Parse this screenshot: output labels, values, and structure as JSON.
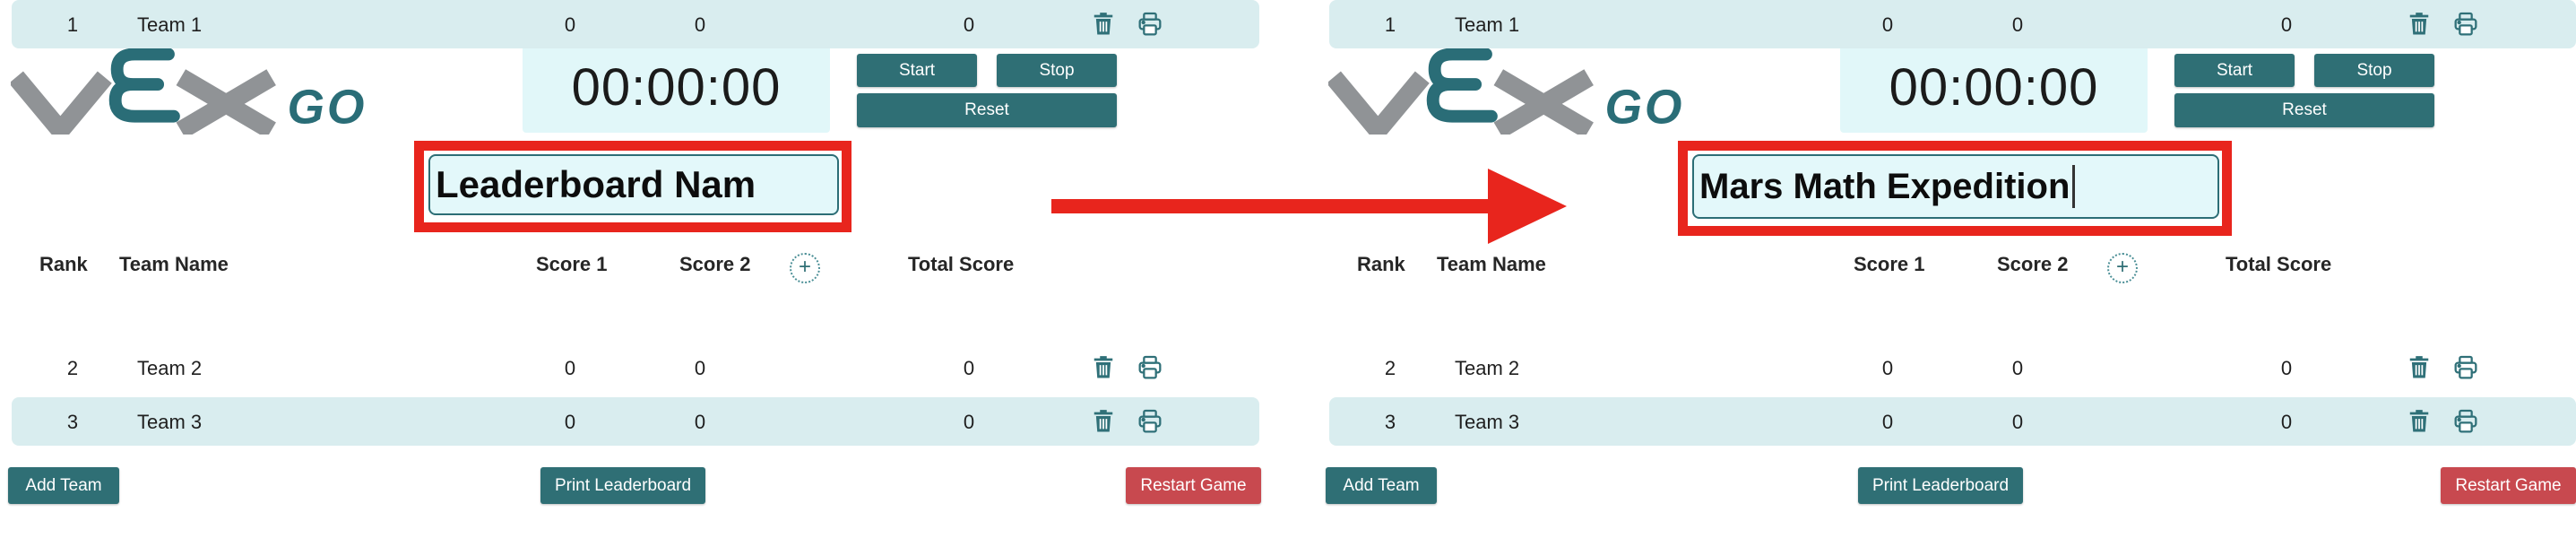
{
  "colors": {
    "brand_teal": "#2a6d77",
    "brand_gray": "#909396",
    "button_teal": "#2f6f75",
    "restart_red": "#c8494f",
    "highlight_red": "#e8251d",
    "field_bg": "#e1f7f9",
    "row_bg": "#d9edef"
  },
  "arrow": {
    "meaning": "before-to-after transition"
  },
  "panels": [
    {
      "logo": {
        "wordmark": "vEx",
        "sub": "GO"
      },
      "timer": {
        "value": "00:00:00"
      },
      "controls": {
        "start": "Start",
        "stop": "Stop",
        "reset": "Reset"
      },
      "leaderboard_name": {
        "value": "Leaderboard Nam",
        "highlighted": true
      },
      "table": {
        "headers": {
          "rank": "Rank",
          "team": "Team Name",
          "score1": "Score 1",
          "score2": "Score 2",
          "add_column": "+",
          "total": "Total Score"
        },
        "rows": [
          {
            "rank": "1",
            "team": "Team 1",
            "score1": "0",
            "score2": "0",
            "total": "0"
          },
          {
            "rank": "2",
            "team": "Team 2",
            "score1": "0",
            "score2": "0",
            "total": "0"
          },
          {
            "rank": "3",
            "team": "Team 3",
            "score1": "0",
            "score2": "0",
            "total": "0"
          }
        ]
      },
      "actions": {
        "add_team": "Add Team",
        "print": "Print Leaderboard",
        "restart": "Restart Game"
      }
    },
    {
      "logo": {
        "wordmark": "vEx",
        "sub": "GO"
      },
      "timer": {
        "value": "00:00:00"
      },
      "controls": {
        "start": "Start",
        "stop": "Stop",
        "reset": "Reset"
      },
      "leaderboard_name": {
        "value": "Mars Math Expedition",
        "highlighted": true,
        "caret_visible": true
      },
      "table": {
        "headers": {
          "rank": "Rank",
          "team": "Team Name",
          "score1": "Score 1",
          "score2": "Score 2",
          "add_column": "+",
          "total": "Total Score"
        },
        "rows": [
          {
            "rank": "1",
            "team": "Team 1",
            "score1": "0",
            "score2": "0",
            "total": "0"
          },
          {
            "rank": "2",
            "team": "Team 2",
            "score1": "0",
            "score2": "0",
            "total": "0"
          },
          {
            "rank": "3",
            "team": "Team 3",
            "score1": "0",
            "score2": "0",
            "total": "0"
          }
        ]
      },
      "actions": {
        "add_team": "Add Team",
        "print": "Print Leaderboard",
        "restart": "Restart Game"
      }
    }
  ]
}
